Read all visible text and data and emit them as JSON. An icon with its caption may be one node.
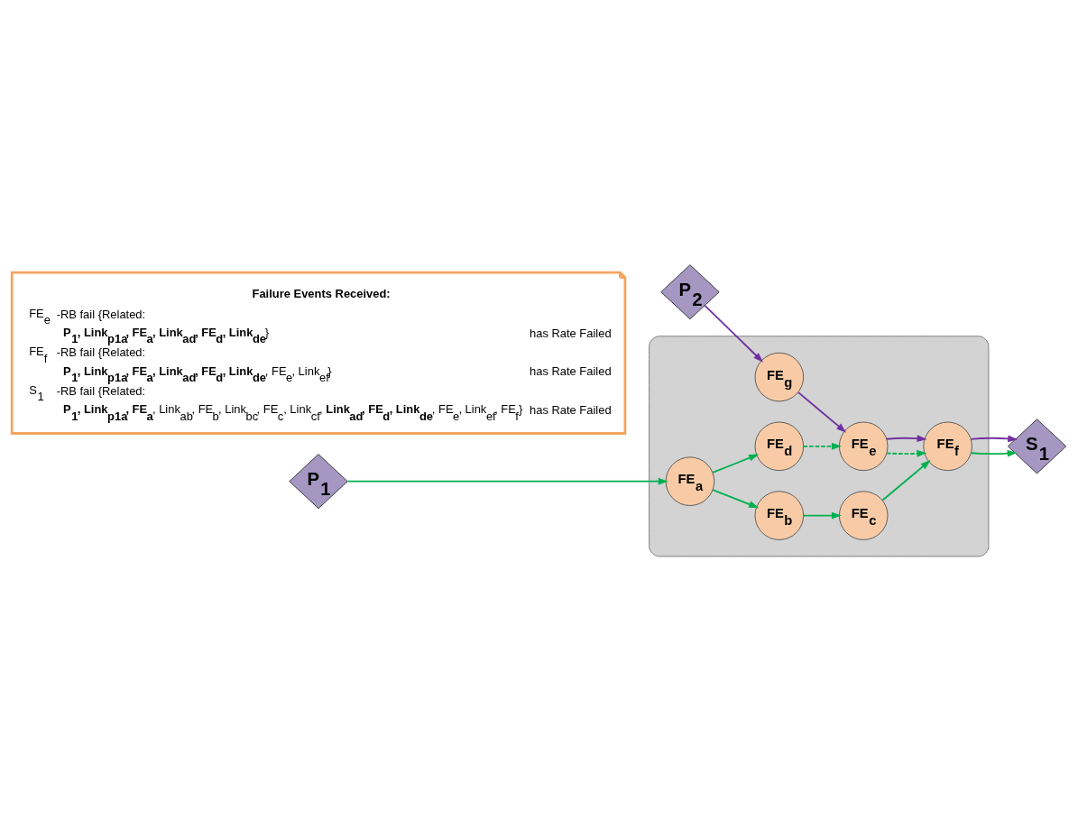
{
  "diagram": {
    "nodes": [
      {
        "text": [],
        "shape": "cloud"
      },
      {
        "text": [
          "P$_{1}$"
        ]
      },
      {
        "text": [
          "FE$_{a}$"
        ],
        "in": 0
      },
      {
        "text": [
          "FE$_{b}$"
        ],
        "in": 0
      },
      {
        "text": [
          "FE$_{c}$"
        ],
        "in": 0
      },
      {
        "text": [
          "FE$_{d}$"
        ],
        "in": 0
      },
      {
        "text": [
          "FE$_{e}$"
        ],
        "in": 0
      },
      {
        "text": [
          "FE$_{f}$"
        ],
        "in": 0
      },
      {
        "text": [
          "FE$_{g}$"
        ],
        "in": 0
      },
      {
        "text": [
          "P$_{2}$"
        ]
      },
      {
        "text": [
          "S$_{1}$"
        ]
      },
      {
        "text": [
          "Failure Events Received:",
          "FE$_{e}$",
          "-RB fail {Related:",
          "**P$_{1}$, Link$_{p1a}$, FE$_{a}$, Link$_{ad}$, FE$_{d}$, Link$_{de}$**}",
          "has Rate Failed",
          "FE$_{f}$",
          "-RB fail {Related:",
          "**P$_{1}$, Link$_{p1a}$, FE$_{a}$, Link$_{ad}$, FE$_{d}$, Link$_{de}$**, FE$_{e}$, Link$_{ef}$}",
          "has Rate Failed",
          "S$_{1}$",
          "-RB fail {Related:",
          "**P$_{1}$, Link$_{p1a}$, FE$_{a}$**, Link$_{ab}$, FE$_{b}$, Link$_{bc}$, FE$_{c}$, Link$_{cf}$, **Link$_{ad}$, FE$_{d}$, Link$_{de}$**, FE$_{e}$, Link$_{ef}$, FE$_{f}$}",
          "has Rate Failed"
        ]
      }
    ],
    "edges": [
      {
        "from": 1,
        "to": 2,
        "arrow": "to"
      },
      {
        "from": 2,
        "to": 3,
        "arrow": "to"
      },
      {
        "from": 3,
        "to": 4,
        "arrow": "to"
      },
      {
        "from": 4,
        "to": 7,
        "arrow": "to"
      },
      {
        "from": 2,
        "to": 5,
        "arrow": "to"
      },
      {
        "from": 5,
        "to": 6,
        "arrow": "to",
        "style": "dashed"
      },
      {
        "from": 6,
        "to": 7,
        "arrow": "to",
        "style": "dashed"
      },
      {
        "from": 7,
        "to": 10,
        "arrow": "to"
      },
      {
        "from": 9,
        "to": 8,
        "arrow": "to",
        "color": "#7030a0"
      },
      {
        "from": 8,
        "to": 6,
        "arrow": "to",
        "color": "#7030a0"
      },
      {
        "from": 6,
        "to": 7,
        "arrow": "to",
        "color": "#7030a0"
      },
      {
        "from": 7,
        "to": 10,
        "arrow": "to",
        "color": "#7030a0"
      }
    ]
  }
}
